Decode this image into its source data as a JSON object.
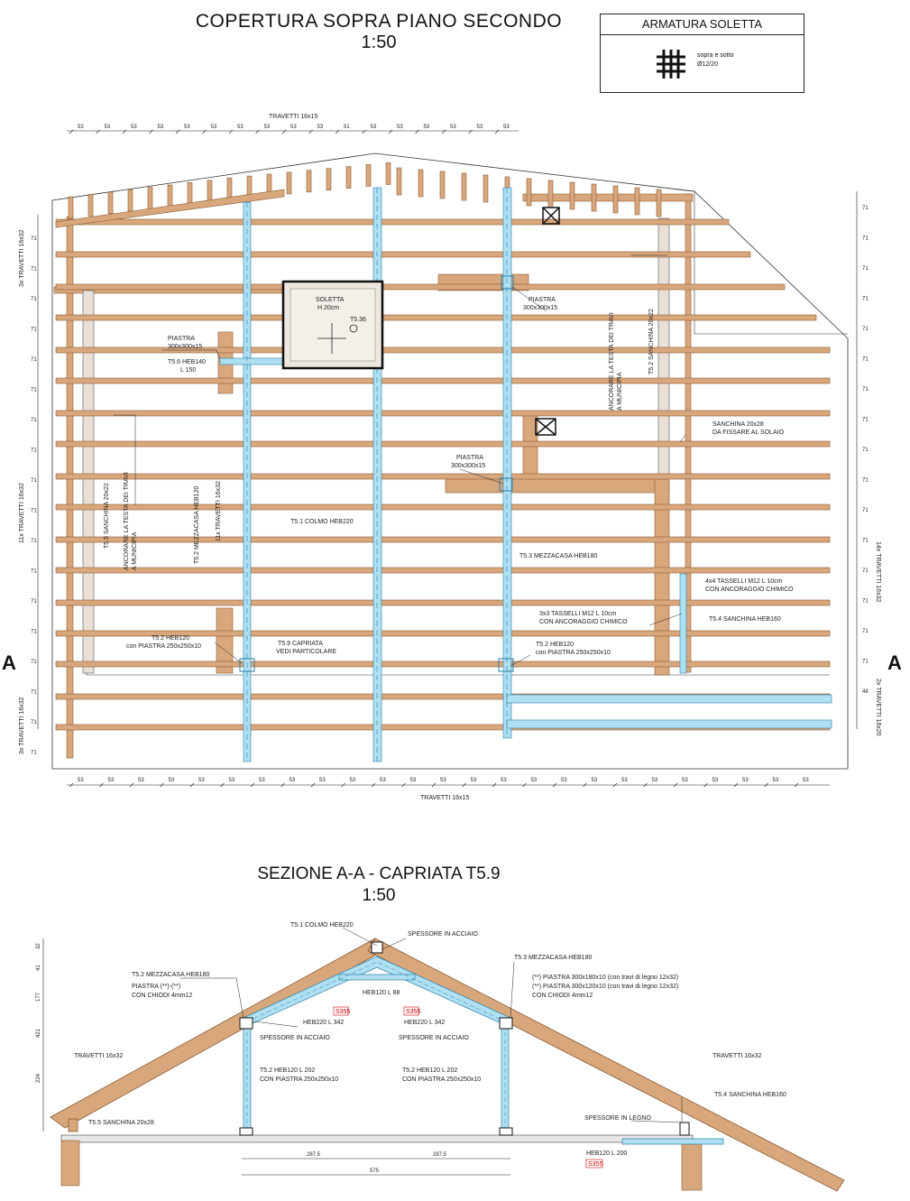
{
  "plan": {
    "title": "COPERTURA  SOPRA PIANO SECONDO",
    "scale": "1:50",
    "travetti_label": "TRAVETTI 16x15",
    "spacing_top": [
      "53",
      "53",
      "53",
      "53",
      "53",
      "53",
      "53",
      "53",
      "53",
      "53",
      "51",
      "53",
      "53",
      "53",
      "53",
      "53",
      "53"
    ],
    "spacing_bottom": [
      "53",
      "53",
      "53",
      "53",
      "53",
      "53",
      "53",
      "53",
      "53",
      "53",
      "53",
      "53",
      "53",
      "53",
      "53",
      "53",
      "53",
      "53",
      "53",
      "53",
      "53",
      "53",
      "53",
      "53",
      "53"
    ],
    "left_dims": [
      "71",
      "71",
      "71",
      "71",
      "71",
      "71",
      "71",
      "71",
      "71",
      "71",
      "71",
      "71",
      "71",
      "71",
      "71",
      "71",
      "71",
      "71"
    ],
    "right_dims": [
      "71",
      "71",
      "71",
      "71",
      "71",
      "71",
      "71",
      "71",
      "71",
      "71",
      "71",
      "71",
      "71",
      "71",
      "71",
      "71",
      "48"
    ],
    "left_groups": [
      "3x TRAVETTI 16x32",
      "11x TRAVETTI 16x32",
      "3x TRAVETTI 16x32"
    ],
    "right_groups": [
      "14x TRAVETTI 16x32",
      "2x TRAVETTI 16x20"
    ],
    "section_marker": "A",
    "labels": {
      "soletta": "SOLETTA",
      "soletta_h": "H 20cm",
      "soletta_tag": "T5.36",
      "piastra_a": "PIASTRA",
      "piastra_a_dim": "300x300x15",
      "t56": "T5.6 HEB140",
      "t56b": "L 150",
      "piastra_b": "PIASTRA",
      "piastra_b_dim": "300x300x15",
      "ancorare_right_1": "ANCORARE LA TESTA DEI TRAVI",
      "ancorare_right_2": "A MUNICIPIA",
      "t52_sanch_right": "T5.2 SANCHINA 20x22",
      "sanchina_1": "SANCHINA 20x28",
      "sanchina_2": "DA FISSARE AL SOLAIO",
      "piastra_c": "PIASTRA",
      "piastra_c_dim": "300x300x15",
      "t55_sanch": "T5.5 SANCHINA 20x22",
      "ancorare_left_1": "ANCORARE LA TESTA DEI TRAVI",
      "ancorare_left_2": "A MUNICIPIA",
      "t52_mezza": "T5.2 MEZZACASA HEB120",
      "trav_11x": "11x TRAVETTI 16x32",
      "t51_colmo": "T5.1 COLMO HEB220",
      "t53_mezza": "T5.3 MEZZACASA HEB180",
      "tasselli_4_1": "4x4 TASSELLI M12 L 10cm",
      "tasselli_4_2": "CON ANCORAGGIO CHIMICO",
      "tasselli_3_1": "3x3 TASSELLI M12 L 10cm",
      "tasselli_3_2": "CON ANCORAGGIO CHIMICO",
      "t54_sanch": "T5.4 SANCHINA HEB160",
      "t52_heb_l1": "T5.2 HEB120",
      "t52_heb_l2": "con PIASTRA 250x250x10",
      "t59_capr_1": "T5.9 CAPRIATA",
      "t59_capr_2": "VEDI PARTICOLARE",
      "t52_heb_r1": "T5.2 HEB120",
      "t52_heb_r2": "con PIASTRA 250x250x10"
    }
  },
  "legend": {
    "header": "ARMATURA SOLETTA",
    "line1": "sopra e sotto",
    "line2": "Ø12/20",
    "icon": "rebar-grid-icon"
  },
  "section": {
    "title": "SEZIONE A-A - CAPRIATA T5.9",
    "scale": "1:50",
    "labels": {
      "colmo": "T5.1 COLMO HEB220",
      "spessore_top": "SPESSORE IN ACCIAIO",
      "mezza_left": "T5.2 MEZZACASA HEB180",
      "piastra_left_1": "PIASTRA (**)-(**)",
      "piastra_left_2": "CON CHIODI 4mm12",
      "mezza_right": "T5.3 MEZZACASA HEB180",
      "piastra_r1": "(**) PIASTRA 300x180x10 (con travi di legno 12x32)",
      "piastra_r2": "(**) PIASTRA 300x120x10 (con travi di legno 12x32)",
      "piastra_r3": "CON CHIODI 4mm12",
      "heb120_top": "HEB120 L 88",
      "heb220_left": "HEB220 L 342",
      "heb220_right": "HEB220 L 342",
      "tag_a": "S355",
      "tag_b": "S355",
      "tag_c": "S355",
      "spessore_l": "SPESSORE IN ACCIAIO",
      "spessore_r": "SPESSORE IN ACCIAIO",
      "trav_left": "TRAVETTI 16x32",
      "trav_right": "TRAVETTI 16x32",
      "t52_l1": "T5.2 HEB120 L 202",
      "t52_l2": "CON PIASTRA 250x250x10",
      "t52_r1": "T5.2 HEB120 L 202",
      "t52_r2": "CON PIASTRA 250x250x10",
      "t54": "T5.4 SANCHINA HEB160",
      "t55": "T5.5 SANCHINA 20x28",
      "spessore_legno": "SPESSORE IN LEGNO",
      "heb120_bottom": "HEB120 L 200"
    },
    "dims_left": [
      "32",
      "41",
      "177",
      "421",
      "224"
    ],
    "dims_bottom": [
      "287.5",
      "287.5",
      "575"
    ]
  },
  "colors": {
    "wood": "#d9a77c",
    "wood_stroke": "#8a5a33",
    "steel": "#aee0f2",
    "steel_stroke": "#2a7fa8",
    "concrete": "#e6dcd4",
    "tag_red": "#c00000"
  }
}
